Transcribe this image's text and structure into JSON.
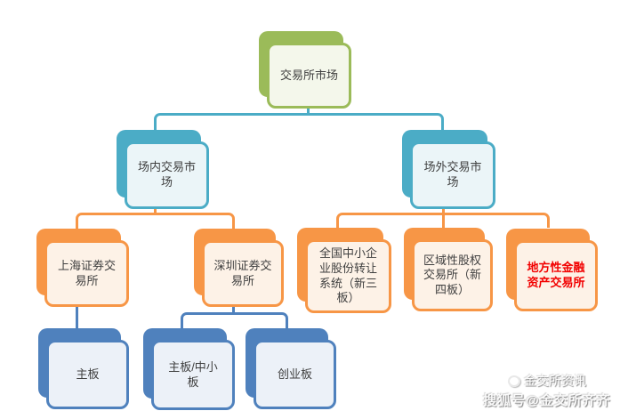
{
  "diagram": {
    "nodes": {
      "root": {
        "label": "交易所市场"
      },
      "onsite": {
        "label": "场内交易市场"
      },
      "offsite": {
        "label": "场外交易市场"
      },
      "sse": {
        "label": "上海证券交易所"
      },
      "szse": {
        "label": "深圳证券交易所"
      },
      "neeq": {
        "label": "全国中小企业股份转让系统（新三板）"
      },
      "regional": {
        "label": "区域性股权交易所（新四板）"
      },
      "local_afe": {
        "label": "地方性金融资产交易所"
      },
      "main_board": {
        "label": "主板"
      },
      "main_sme_board": {
        "label": "主板/中小板"
      },
      "chinext": {
        "label": "创业板"
      }
    }
  },
  "watermark": {
    "brand": "金交所资讯",
    "account": "搜狐号@金交所齐齐",
    "logo_icon": "ring-logo"
  },
  "colors": {
    "green": "#9BBB59",
    "green_fill": "#F4F7EB",
    "teal": "#4BACC6",
    "teal_fill": "#EBF5F8",
    "orange": "#F79646",
    "orange_fill": "#FDF2E7",
    "blue": "#4F81BD",
    "blue_fill": "#ECF1F8",
    "highlight_red": "#F20000",
    "text": "#3F3F3F"
  }
}
